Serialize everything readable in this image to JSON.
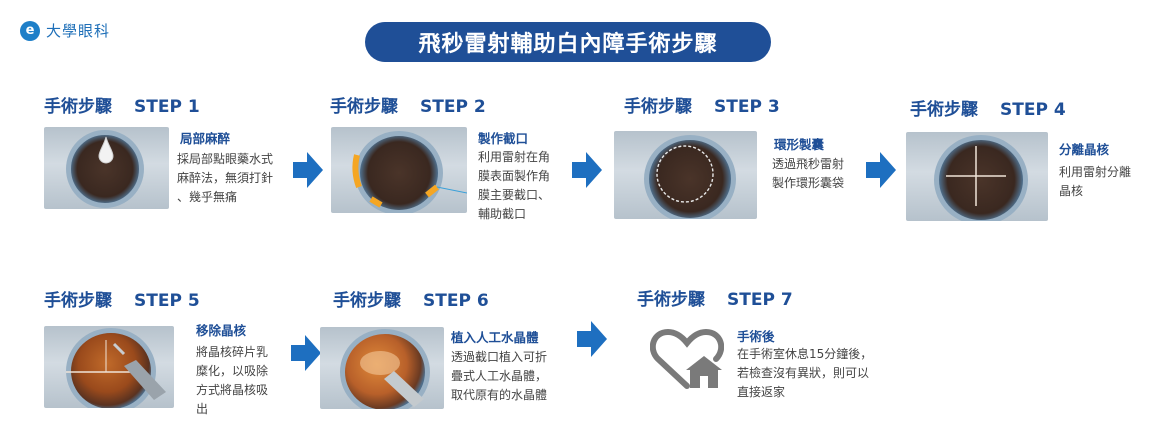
{
  "brand": {
    "mark": "e",
    "name": "大學眼科"
  },
  "title": "飛秒雷射輔助白內障手術步驟",
  "colors": {
    "primary": "#1f4f97",
    "arrow": "#1e6fc0",
    "incision": "#f5a623"
  },
  "steps": [
    {
      "head": "手術步驟",
      "num": "STEP 1",
      "title": "局部麻醉",
      "desc": "採局部點眼藥水式\n麻醉法，無須打針\n、幾乎無痛"
    },
    {
      "head": "手術步驟",
      "num": "STEP 2",
      "title": "製作截口",
      "desc": "利用雷射在角\n膜表面製作角\n膜主要截口、\n輔助截口"
    },
    {
      "head": "手術步驟",
      "num": "STEP 3",
      "title": "環形製囊",
      "desc": "透過飛秒雷射\n製作環形囊袋"
    },
    {
      "head": "手術步驟",
      "num": "STEP 4",
      "title": "分離晶核",
      "desc": "利用雷射分離\n晶核"
    },
    {
      "head": "手術步驟",
      "num": "STEP 5",
      "title": "移除晶核",
      "desc": "將晶核碎片乳\n糜化，以吸除\n方式將晶核吸\n出"
    },
    {
      "head": "手術步驟",
      "num": "STEP 6",
      "title": "植入人工水晶體",
      "desc": "透過截口植入可折\n疊式人工水晶體，\n取代原有的水晶體"
    },
    {
      "head": "手術步驟",
      "num": "STEP 7",
      "title": "手術後",
      "desc": "在手術室休息15分鐘後，\n若檢查沒有異狀，則可以\n直接返家"
    }
  ],
  "icons": [
    "eye-drop-icon",
    "arrow-right-icon",
    "heart-home-icon"
  ]
}
